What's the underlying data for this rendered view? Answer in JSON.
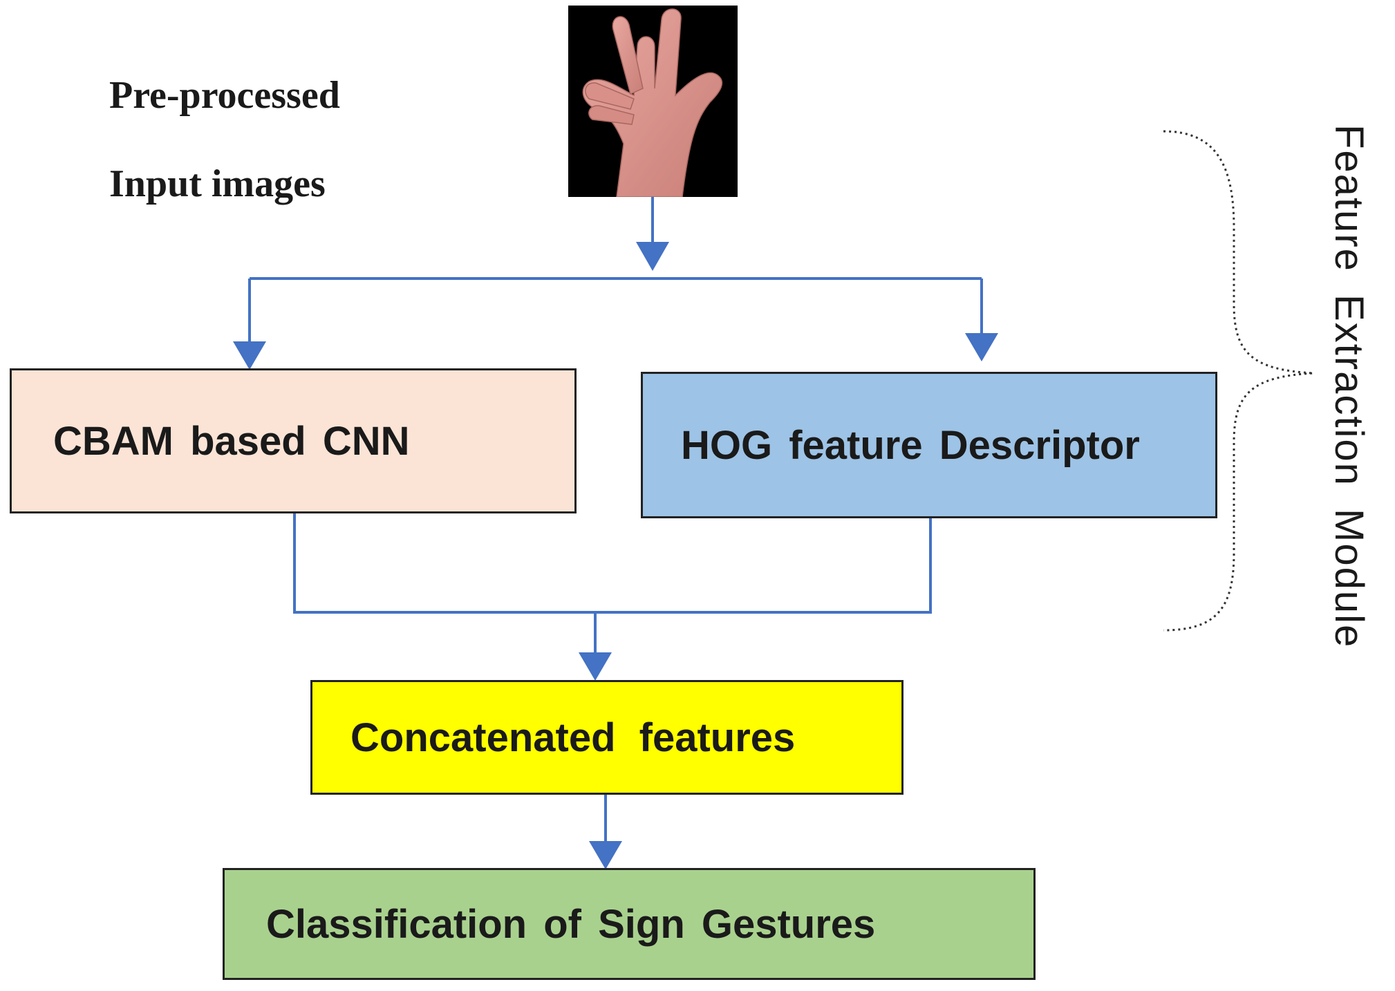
{
  "input": {
    "label_line1": "Pre-processed",
    "label_line2": "Input images",
    "image_icon": "hand-gesture-photo"
  },
  "boxes": {
    "cbam": "CBAM based CNN",
    "hog": "HOG feature Descriptor",
    "concat": "Concatenated features",
    "classify": "Classification of Sign Gestures"
  },
  "module": {
    "label": "Feature Extraction Module",
    "brace_icon": "curly-brace-icon"
  },
  "colors": {
    "arrow": "#4472c4",
    "cbam_fill": "#fbe4d6",
    "hog_fill": "#9dc3e6",
    "concat_fill": "#ffff00",
    "classify_fill": "#a9d18e"
  }
}
